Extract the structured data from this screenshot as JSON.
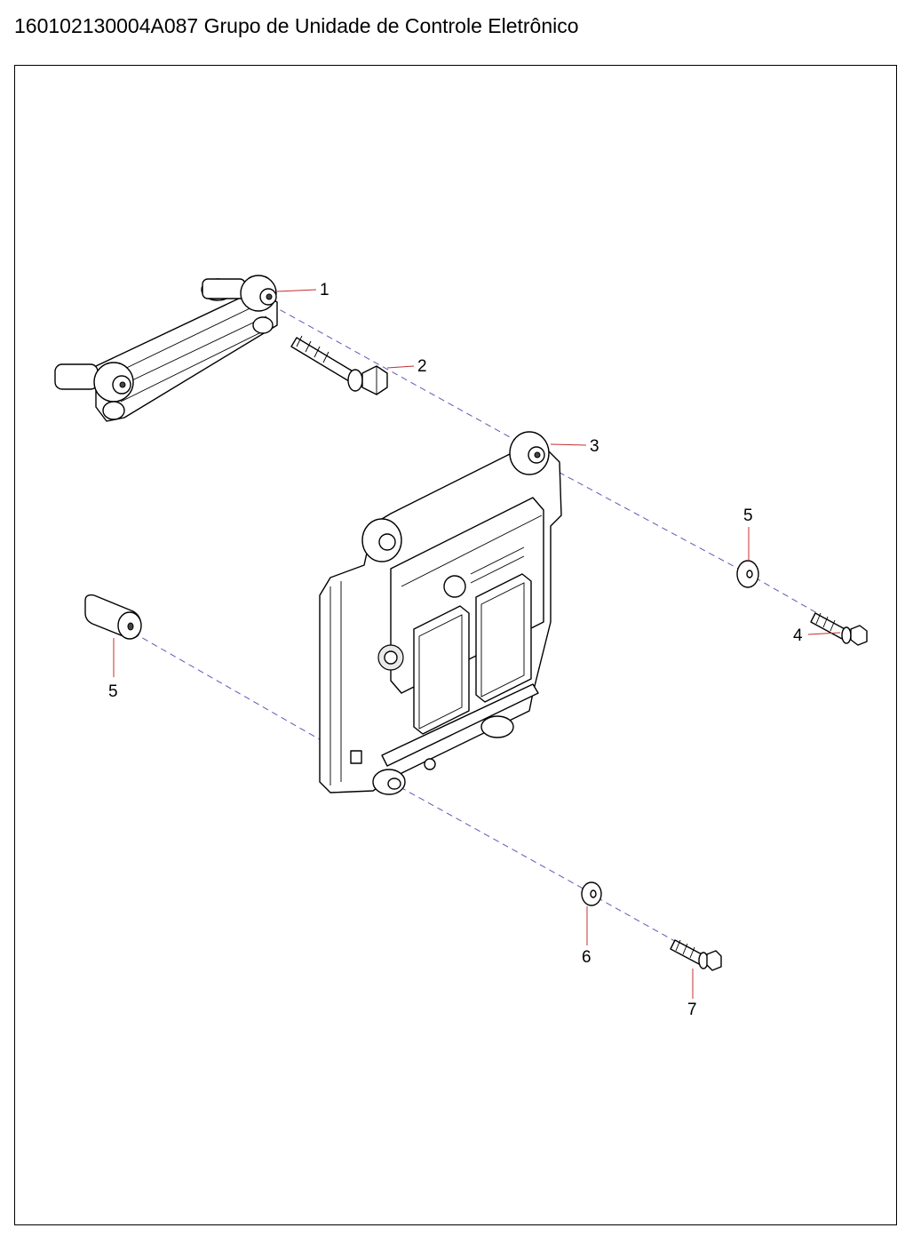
{
  "header": {
    "title": "160102130004A087 Grupo de Unidade de Controle Eletrônico"
  },
  "callouts": [
    {
      "id": "c1",
      "label": "1"
    },
    {
      "id": "c2",
      "label": "2"
    },
    {
      "id": "c3",
      "label": "3"
    },
    {
      "id": "c4",
      "label": "4"
    },
    {
      "id": "c5a",
      "label": "5"
    },
    {
      "id": "c5b",
      "label": "5"
    },
    {
      "id": "c6",
      "label": "6"
    },
    {
      "id": "c7",
      "label": "7"
    }
  ]
}
